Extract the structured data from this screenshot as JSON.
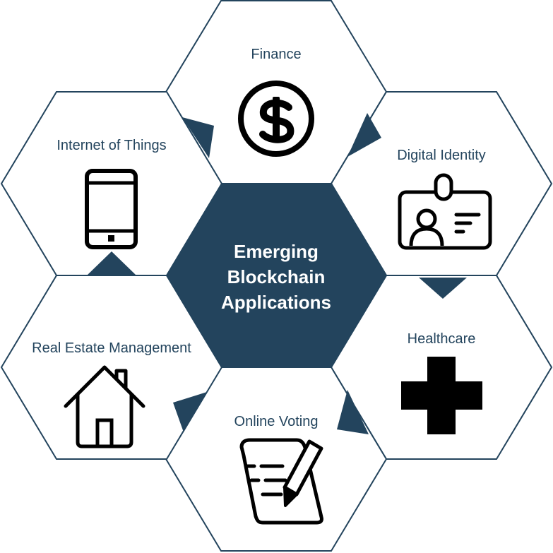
{
  "title_lines": [
    "Emerging",
    "Blockchain",
    "Applications"
  ],
  "segments": [
    {
      "key": "finance",
      "label": "Finance",
      "icon": "dollar-coin-icon"
    },
    {
      "key": "digital-identity",
      "label": "Digital Identity",
      "icon": "id-badge-icon"
    },
    {
      "key": "healthcare",
      "label": "Healthcare",
      "icon": "medical-cross-icon"
    },
    {
      "key": "online-voting",
      "label": "Online Voting",
      "icon": "ballot-pen-icon"
    },
    {
      "key": "real-estate",
      "label": "Real Estate Management",
      "icon": "house-icon"
    },
    {
      "key": "iot",
      "label": "Internet of Things",
      "icon": "tablet-device-icon"
    }
  ],
  "colors": {
    "primary": "#23445d",
    "icon": "#000000",
    "background": "#ffffff"
  }
}
